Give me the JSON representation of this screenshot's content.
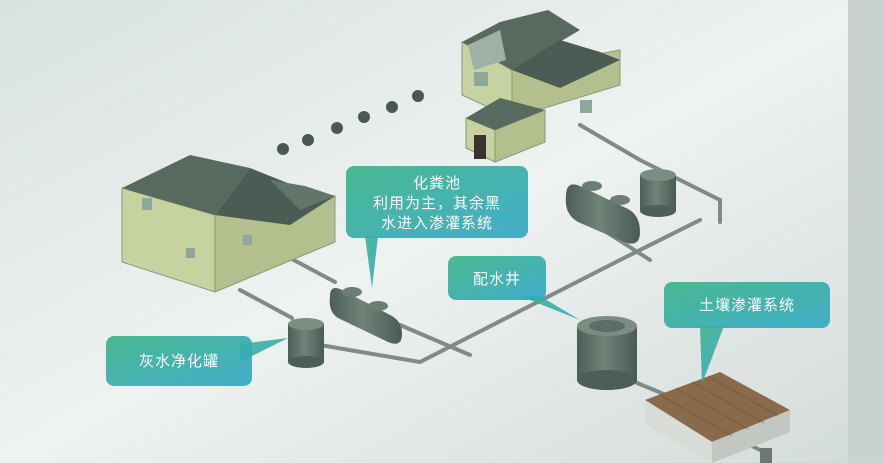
{
  "labels": {
    "septic_line1": "化粪池",
    "septic_line2": "利用为主，其余黑",
    "septic_line3": "水进入渗灌系统",
    "distribution_well": "配水井",
    "soil_irrigation": "土壤渗灌系统",
    "greywater_tank": "灰水净化罐"
  },
  "colors": {
    "bubble_top": "#3bb487",
    "bubble_bottom": "#33a8c9",
    "house_wall": "#c8d4a4",
    "house_roof": "#5a6d64",
    "tank": "#5f7269",
    "pipe": "#7d8a86"
  }
}
